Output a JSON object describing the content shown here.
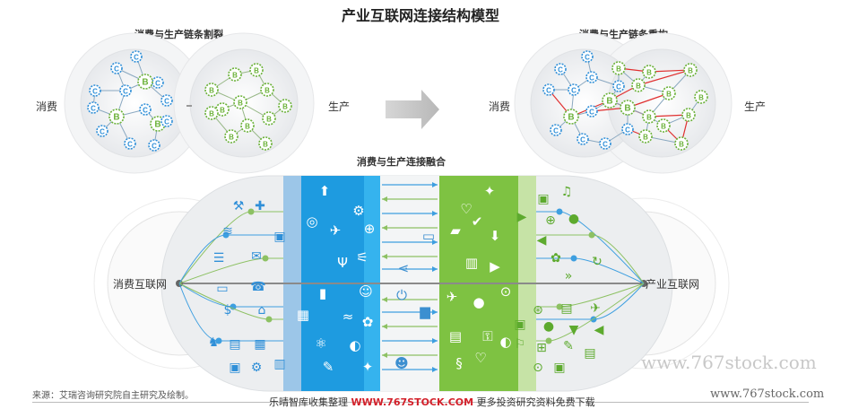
{
  "title": "产业互联网连接结构模型",
  "top_left": {
    "subtitle": "消费与生产链条割裂",
    "left_label": "消费",
    "right_label": "生产"
  },
  "top_right": {
    "subtitle": "消费与生产链条重构",
    "left_label": "消费",
    "right_label": "生产"
  },
  "bottom": {
    "subtitle": "消费与生产连接融合",
    "left_hub": "消费互联网",
    "right_hub": "产业互联网"
  },
  "node_labels": {
    "consumer": "C",
    "business": "B"
  },
  "colors": {
    "consumer": "#2f8fd8",
    "business": "#6cb23a",
    "link_red": "#e03030",
    "blue_band": "#1e9be0",
    "green_band": "#7ec242"
  },
  "footer": {
    "source": "来源：艾瑞咨询研究院自主研究及绘制。",
    "left_text": "乐晴智库收集整理",
    "site": "WWW.767STOCK.COM",
    "right_text": "更多投资研究资料免费下载"
  },
  "watermark": {
    "large": "www.767stock.com",
    "small": "www.767stock.com"
  }
}
